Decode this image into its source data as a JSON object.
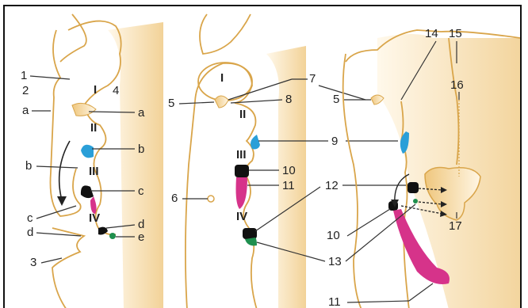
{
  "panels": {
    "left": {
      "romans": [
        "I",
        "II",
        "III",
        "IV"
      ],
      "labels": {
        "n1": "1",
        "n2": "2",
        "n3": "3",
        "n4": "4",
        "a_left": "a",
        "a_right": "a",
        "b_left": "b",
        "b_right": "b",
        "c_left": "c",
        "c_right": "c",
        "d_left": "d",
        "d_right": "d",
        "e": "e"
      }
    },
    "middle": {
      "romans": [
        "I",
        "II",
        "III",
        "IV"
      ],
      "labels": {
        "n5": "5",
        "n6": "6",
        "n7": "7",
        "n8": "8",
        "n9": "9",
        "n10": "10",
        "n11": "11",
        "n12": "12"
      }
    },
    "right": {
      "labels": {
        "n5": "5",
        "n10": "10",
        "n11": "11",
        "n13": "13",
        "n14": "14",
        "n15": "15",
        "n16": "16",
        "n17": "17"
      }
    }
  },
  "colors": {
    "tissue": "#f3d9a4",
    "tissue_edge": "#d9a54a",
    "blue": "#2a9fd8",
    "magenta": "#d6338a",
    "green": "#1e8f4e",
    "black": "#111111"
  }
}
